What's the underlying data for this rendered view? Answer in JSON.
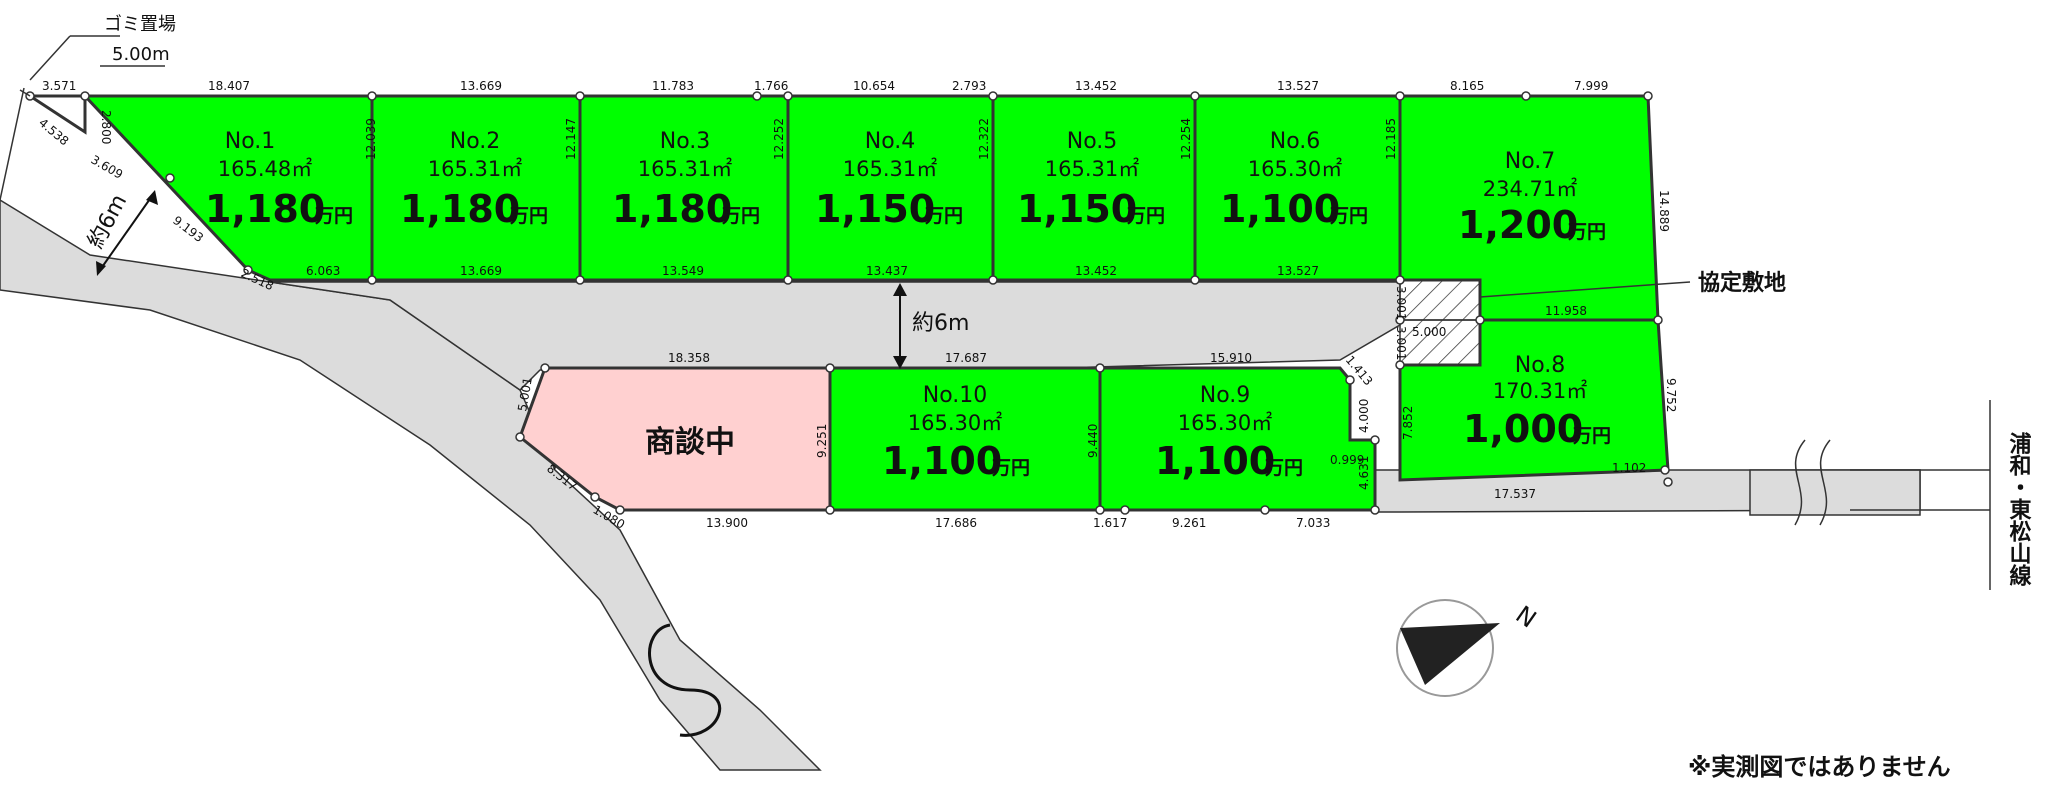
{
  "lots": [
    {
      "no": "No.1",
      "area": "165.48㎡",
      "price": "1,180",
      "unit": "万円"
    },
    {
      "no": "No.2",
      "area": "165.31㎡",
      "price": "1,180",
      "unit": "万円"
    },
    {
      "no": "No.3",
      "area": "165.31㎡",
      "price": "1,180",
      "unit": "万円"
    },
    {
      "no": "No.4",
      "area": "165.31㎡",
      "price": "1,150",
      "unit": "万円"
    },
    {
      "no": "No.5",
      "area": "165.31㎡",
      "price": "1,150",
      "unit": "万円"
    },
    {
      "no": "No.6",
      "area": "165.30㎡",
      "price": "1,100",
      "unit": "万円"
    },
    {
      "no": "No.7",
      "area": "234.71㎡",
      "price": "1,200",
      "unit": "万円"
    },
    {
      "no": "No.8",
      "area": "170.31㎡",
      "price": "1,000",
      "unit": "万円"
    },
    {
      "no": "No.9",
      "area": "165.30㎡",
      "price": "1,100",
      "unit": "万円"
    },
    {
      "no": "No.10",
      "area": "165.30㎡",
      "price": "1,100",
      "unit": "万円"
    }
  ],
  "negotiation_label": "商談中",
  "garbage_label": "ゴミ置場",
  "garbage_width": "5.00m",
  "road_width_center": "約6m",
  "road_width_left": "約6m",
  "agreement_land": "協定敷地",
  "street_name": "浦和・東松山線",
  "compass_letter": "N",
  "note": "※実測図ではありません",
  "dimensions": {
    "top_3571": "3.571",
    "top_18407": "18.407",
    "top_13669": "13.669",
    "top_11783": "11.783",
    "top_1766": "1.766",
    "top_10654": "10.654",
    "top_2793": "2.793",
    "top_13452": "13.452",
    "top_13527": "13.527",
    "top_8165": "8.165",
    "top_7999": "7.999",
    "left_4538": "4.538",
    "left_2800": "2.800",
    "left_3609": "3.609",
    "left_9193": "9.193",
    "left_2518": "2.518",
    "b1_6063": "6.063",
    "b2_13669": "13.669",
    "b3_13549": "13.549",
    "b4_13437": "13.437",
    "b5_13452": "13.452",
    "b6_13527": "13.527",
    "s_12039": "12.039",
    "s_12147": "12.147",
    "s_12252": "12.252",
    "s_12322": "12.322",
    "s_12254": "12.254",
    "s_12185": "12.185",
    "s_14889": "14.889",
    "s_3001a": "3.001",
    "s_3001b": "3.001",
    "s_11958": "11.958",
    "s_5000": "5.000",
    "s_9752": "9.752",
    "s_7852": "7.852",
    "s_1102": "1.102",
    "s_17537": "17.537",
    "s_4631": "4.631",
    "s_1413": "1.413",
    "s_4000": "4.000",
    "s_0999": "0.999",
    "t_18358": "18.358",
    "t_17687": "17.687",
    "t_15910": "15.910",
    "s_5001": "5.001",
    "s_9251": "9.251",
    "s_9440": "9.440",
    "s_8317": "8.317",
    "s_1080": "1.080",
    "bt_13900": "13.900",
    "bt_17686": "17.686",
    "bt_1617": "1.617",
    "bt_9261": "9.261",
    "bt_7033": "7.033"
  }
}
